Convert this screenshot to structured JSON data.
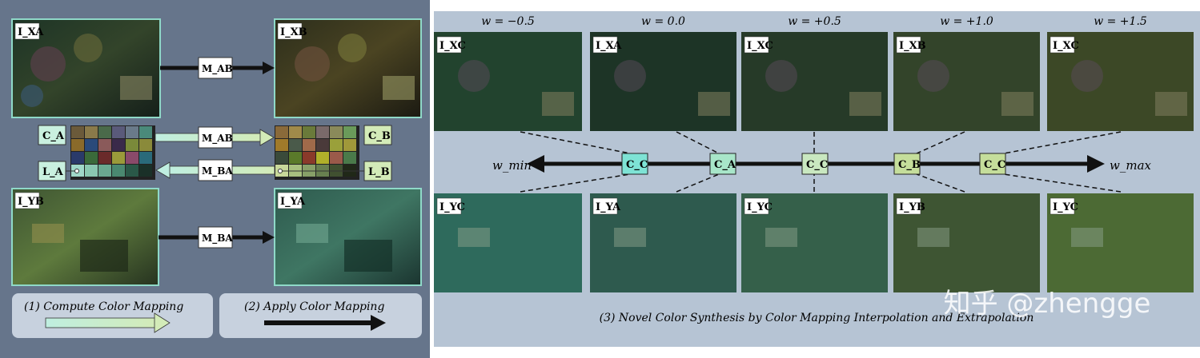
{
  "left_panel": {
    "images": {
      "top_left": "I_XA",
      "top_right": "I_XB",
      "bottom_left": "I_YB",
      "bottom_right": "I_YA"
    },
    "mappings": {
      "top": "M_AB",
      "checker_forward": "M_AB",
      "checker_backward": "M_BA",
      "bottom": "M_BA"
    },
    "checker_labels": {
      "c_a": "C_A",
      "c_b": "C_B",
      "l_a": "L_A",
      "l_b": "L_B"
    },
    "legend": {
      "step1": "(1) Compute Color Mapping",
      "step2": "(2) Apply Color Mapping"
    }
  },
  "right_panel": {
    "weights": [
      "w = −0.5",
      "w = 0.0",
      "w = +0.5",
      "w = +1.0",
      "w = +1.5"
    ],
    "top_labels": [
      "I_XC",
      "I_XA",
      "I_XC",
      "I_XB",
      "I_XC"
    ],
    "bottom_labels": [
      "I_YC",
      "I_YA",
      "I_YC",
      "I_YB",
      "I_YC"
    ],
    "axis_nodes": [
      "C_C",
      "C_A",
      "C_C",
      "C_B",
      "C_C"
    ],
    "axis_min": "w_min",
    "axis_max": "w_max",
    "caption": "(3) Novel Color Synthesis by Color Mapping Interpolation and Extrapolation"
  },
  "watermark": "知乎 @zhengge",
  "colors": {
    "left_bg": "#66758b",
    "right_bg": "#b6c4d4",
    "mint": "#c9f0df",
    "mint_border": "#8fd9c8",
    "green_node": "#c5de9b",
    "cyan_node": "#7ee3d5",
    "legend_bg": "#c7d1de"
  }
}
